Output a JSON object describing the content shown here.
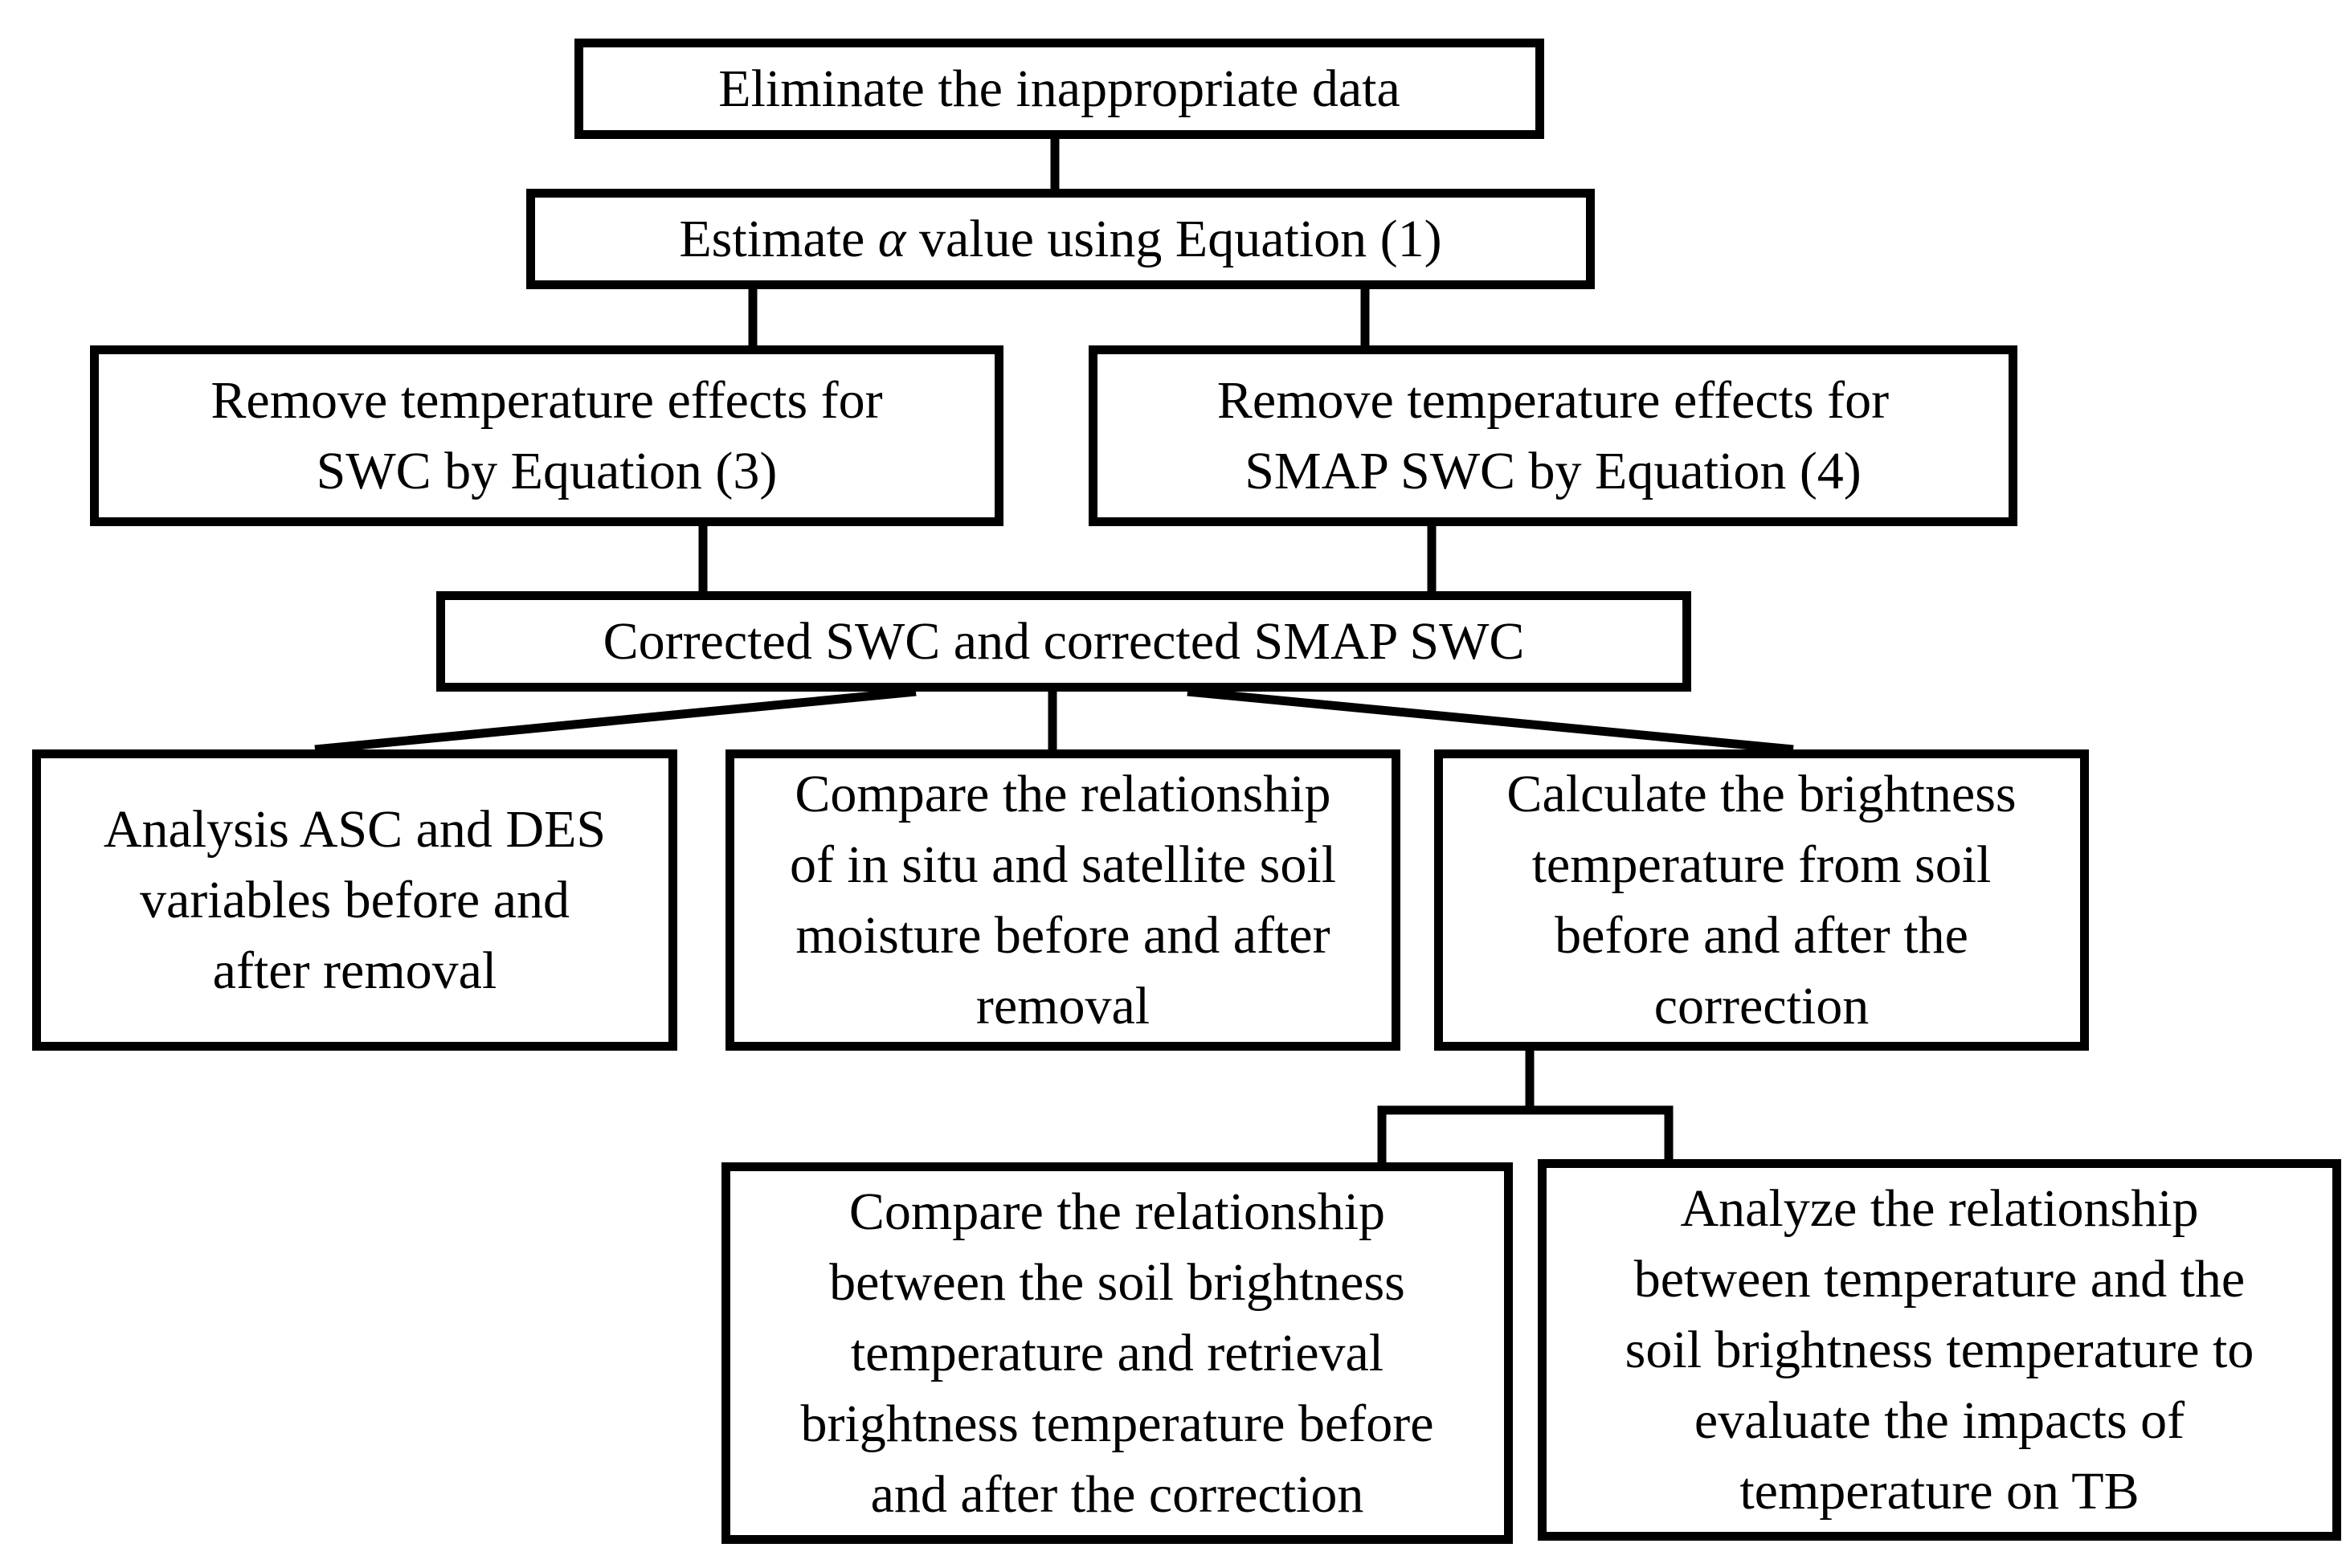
{
  "diagram": {
    "nodes": {
      "eliminate": "Eliminate the inappropriate data",
      "estimate_prefix": "Estimate ",
      "estimate_symbol": "α",
      "estimate_suffix": " value using Equation (1)",
      "remove_swc": "Remove temperature effects for\nSWC by Equation (3)",
      "remove_smap": "Remove temperature effects for\nSMAP SWC by Equation (4)",
      "corrected": "Corrected SWC and corrected SMAP SWC",
      "analysis": "Analysis ASC and DES\nvariables before and\nafter removal",
      "compare_insitu": "Compare the relationship\nof in situ and satellite soil\nmoisture before and after\nremoval",
      "calc_tb": "Calculate the brightness\ntemperature from soil\nbefore and after the\ncorrection",
      "compare_tb": "Compare the relationship\nbetween the soil brightness\ntemperature and retrieval\nbrightness temperature before\nand after the correction",
      "analyze_temp": "Analyze the relationship\nbetween temperature and the\nsoil brightness temperature to\nevaluate the impacts of\ntemperature on TB"
    },
    "colors": {
      "stroke": "#000000",
      "background": "#ffffff"
    }
  }
}
